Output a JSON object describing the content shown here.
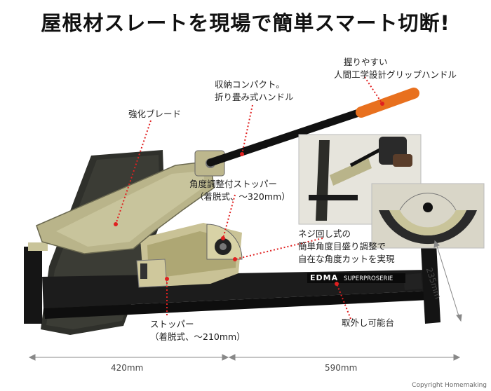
{
  "headline": "屋根材スレートを現場で簡単スマート切断!",
  "labels": {
    "grip": [
      "握りやすい",
      "人間工学設計グリップハンドル"
    ],
    "handle": [
      "収納コンパクト。",
      "折り畳み式ハンドル"
    ],
    "blade": "強化ブレード",
    "angle_stopper": [
      "角度調整付ストッパー",
      "（着脱式、～320mm）"
    ],
    "screw_angle": [
      "ネジ回し式の",
      "簡単角度目盛り調整で",
      "自在な角度カットを実現"
    ],
    "stopper": [
      "ストッパー",
      "（着脱式、～210mm）"
    ],
    "base": "取外し可能台"
  },
  "brand": {
    "logo": "EDMA",
    "series": "SUPERPROSERIE"
  },
  "dimensions": {
    "left_width": "420mm",
    "right_width": "590mm",
    "depth": "235mm"
  },
  "copyright": "Copyright Homemaking",
  "colors": {
    "grip": "#e8701e",
    "accent_dots": "#e02020",
    "metal": "#b9b48a"
  }
}
